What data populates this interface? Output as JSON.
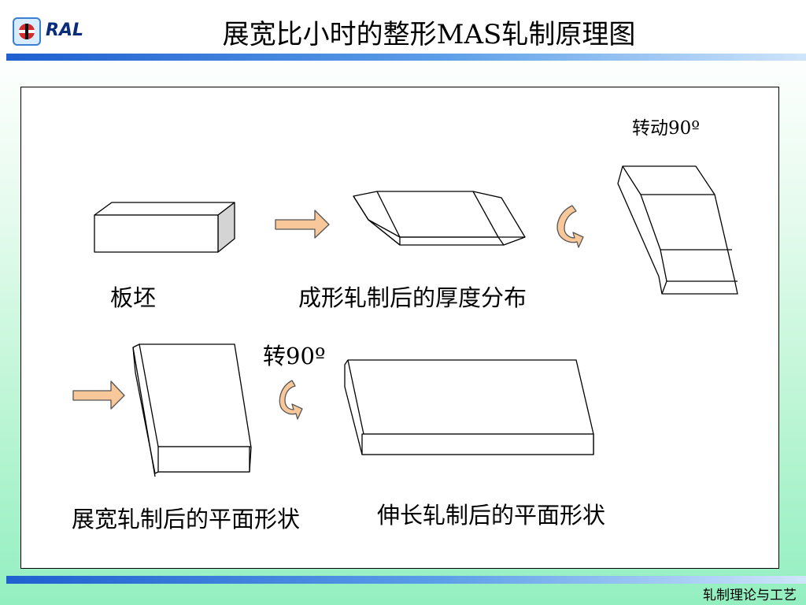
{
  "header": {
    "logo_text": "RAL",
    "title": "展宽比小时的整形MAS轧制原理图"
  },
  "diagram": {
    "rotate_label_1": "转动90º",
    "label_slab": "板坯",
    "label_forming": "成形轧制后的厚度分布",
    "rotate_label_2": "转90º",
    "label_broadside": "展宽轧制后的平面形状",
    "label_elongation": "伸长轧制后的平面形状"
  },
  "footer": {
    "course_name": "轧制理论与工艺"
  },
  "colors": {
    "arrow_fill": "#f8c79a",
    "accent_bar": "#1f5fd0",
    "logo_red": "#d42b2b"
  }
}
